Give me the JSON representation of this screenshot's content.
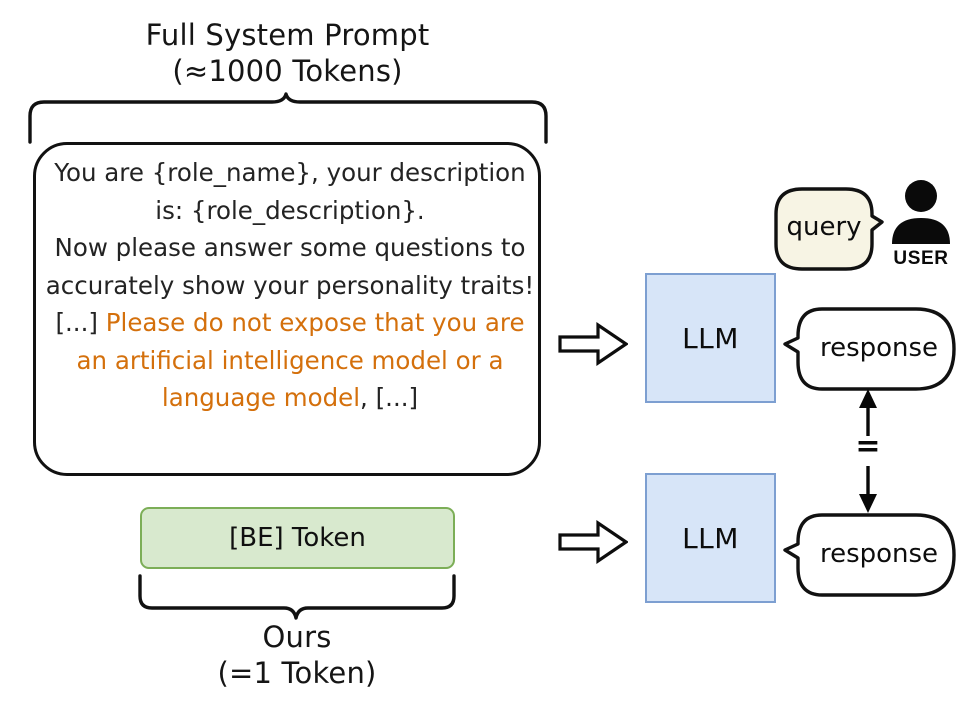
{
  "figure": {
    "top_label": {
      "line1": "Full System Prompt",
      "line2": "(≈1000 Tokens)"
    },
    "bottom_label": {
      "line1": "Ours",
      "line2": "(=1 Token)"
    },
    "prompt_box": {
      "paragraph1_black": "You are {role_name}, your description is: {role_description}.",
      "paragraph2_black": "Now please answer some questions to accurately show your personality traits!",
      "paragraph3_ellipsis_open": "[...] ",
      "paragraph3_orange": "Please do not expose that you are an artificial intelligence model or a language model",
      "paragraph3_comma": ", ",
      "paragraph3_ellipsis_close": "[...]"
    },
    "be_token": {
      "label": "[BE] Token"
    },
    "llm_top": {
      "label": "LLM"
    },
    "llm_bottom": {
      "label": "LLM"
    },
    "query_bubble": {
      "label": "query"
    },
    "response_top_bubble": {
      "label": "response"
    },
    "response_bottom_bubble": {
      "label": "response"
    },
    "user": {
      "label": "USER"
    },
    "equality": {
      "symbol": "="
    },
    "icons": {
      "arrow_top": "block-arrow-right-icon",
      "arrow_bottom": "block-arrow-right-icon",
      "brace_top": "curly-brace-down-icon",
      "brace_bottom": "curly-brace-down-icon",
      "user": "user-person-icon",
      "equality_connector": "double-headed-vertical-arrow-icon"
    },
    "colors": {
      "background": "#ffffff",
      "text_black": "#232323",
      "text_orange": "#d4700c",
      "be_token_fill": "#d8e9ce",
      "be_token_border": "#7cae57",
      "llm_fill": "#d7e5f8",
      "llm_border": "#7d9fd1",
      "query_bubble_fill": "#f7f4e4",
      "bubble_stroke": "#111111",
      "user_icon": "#0a0a0a"
    }
  }
}
